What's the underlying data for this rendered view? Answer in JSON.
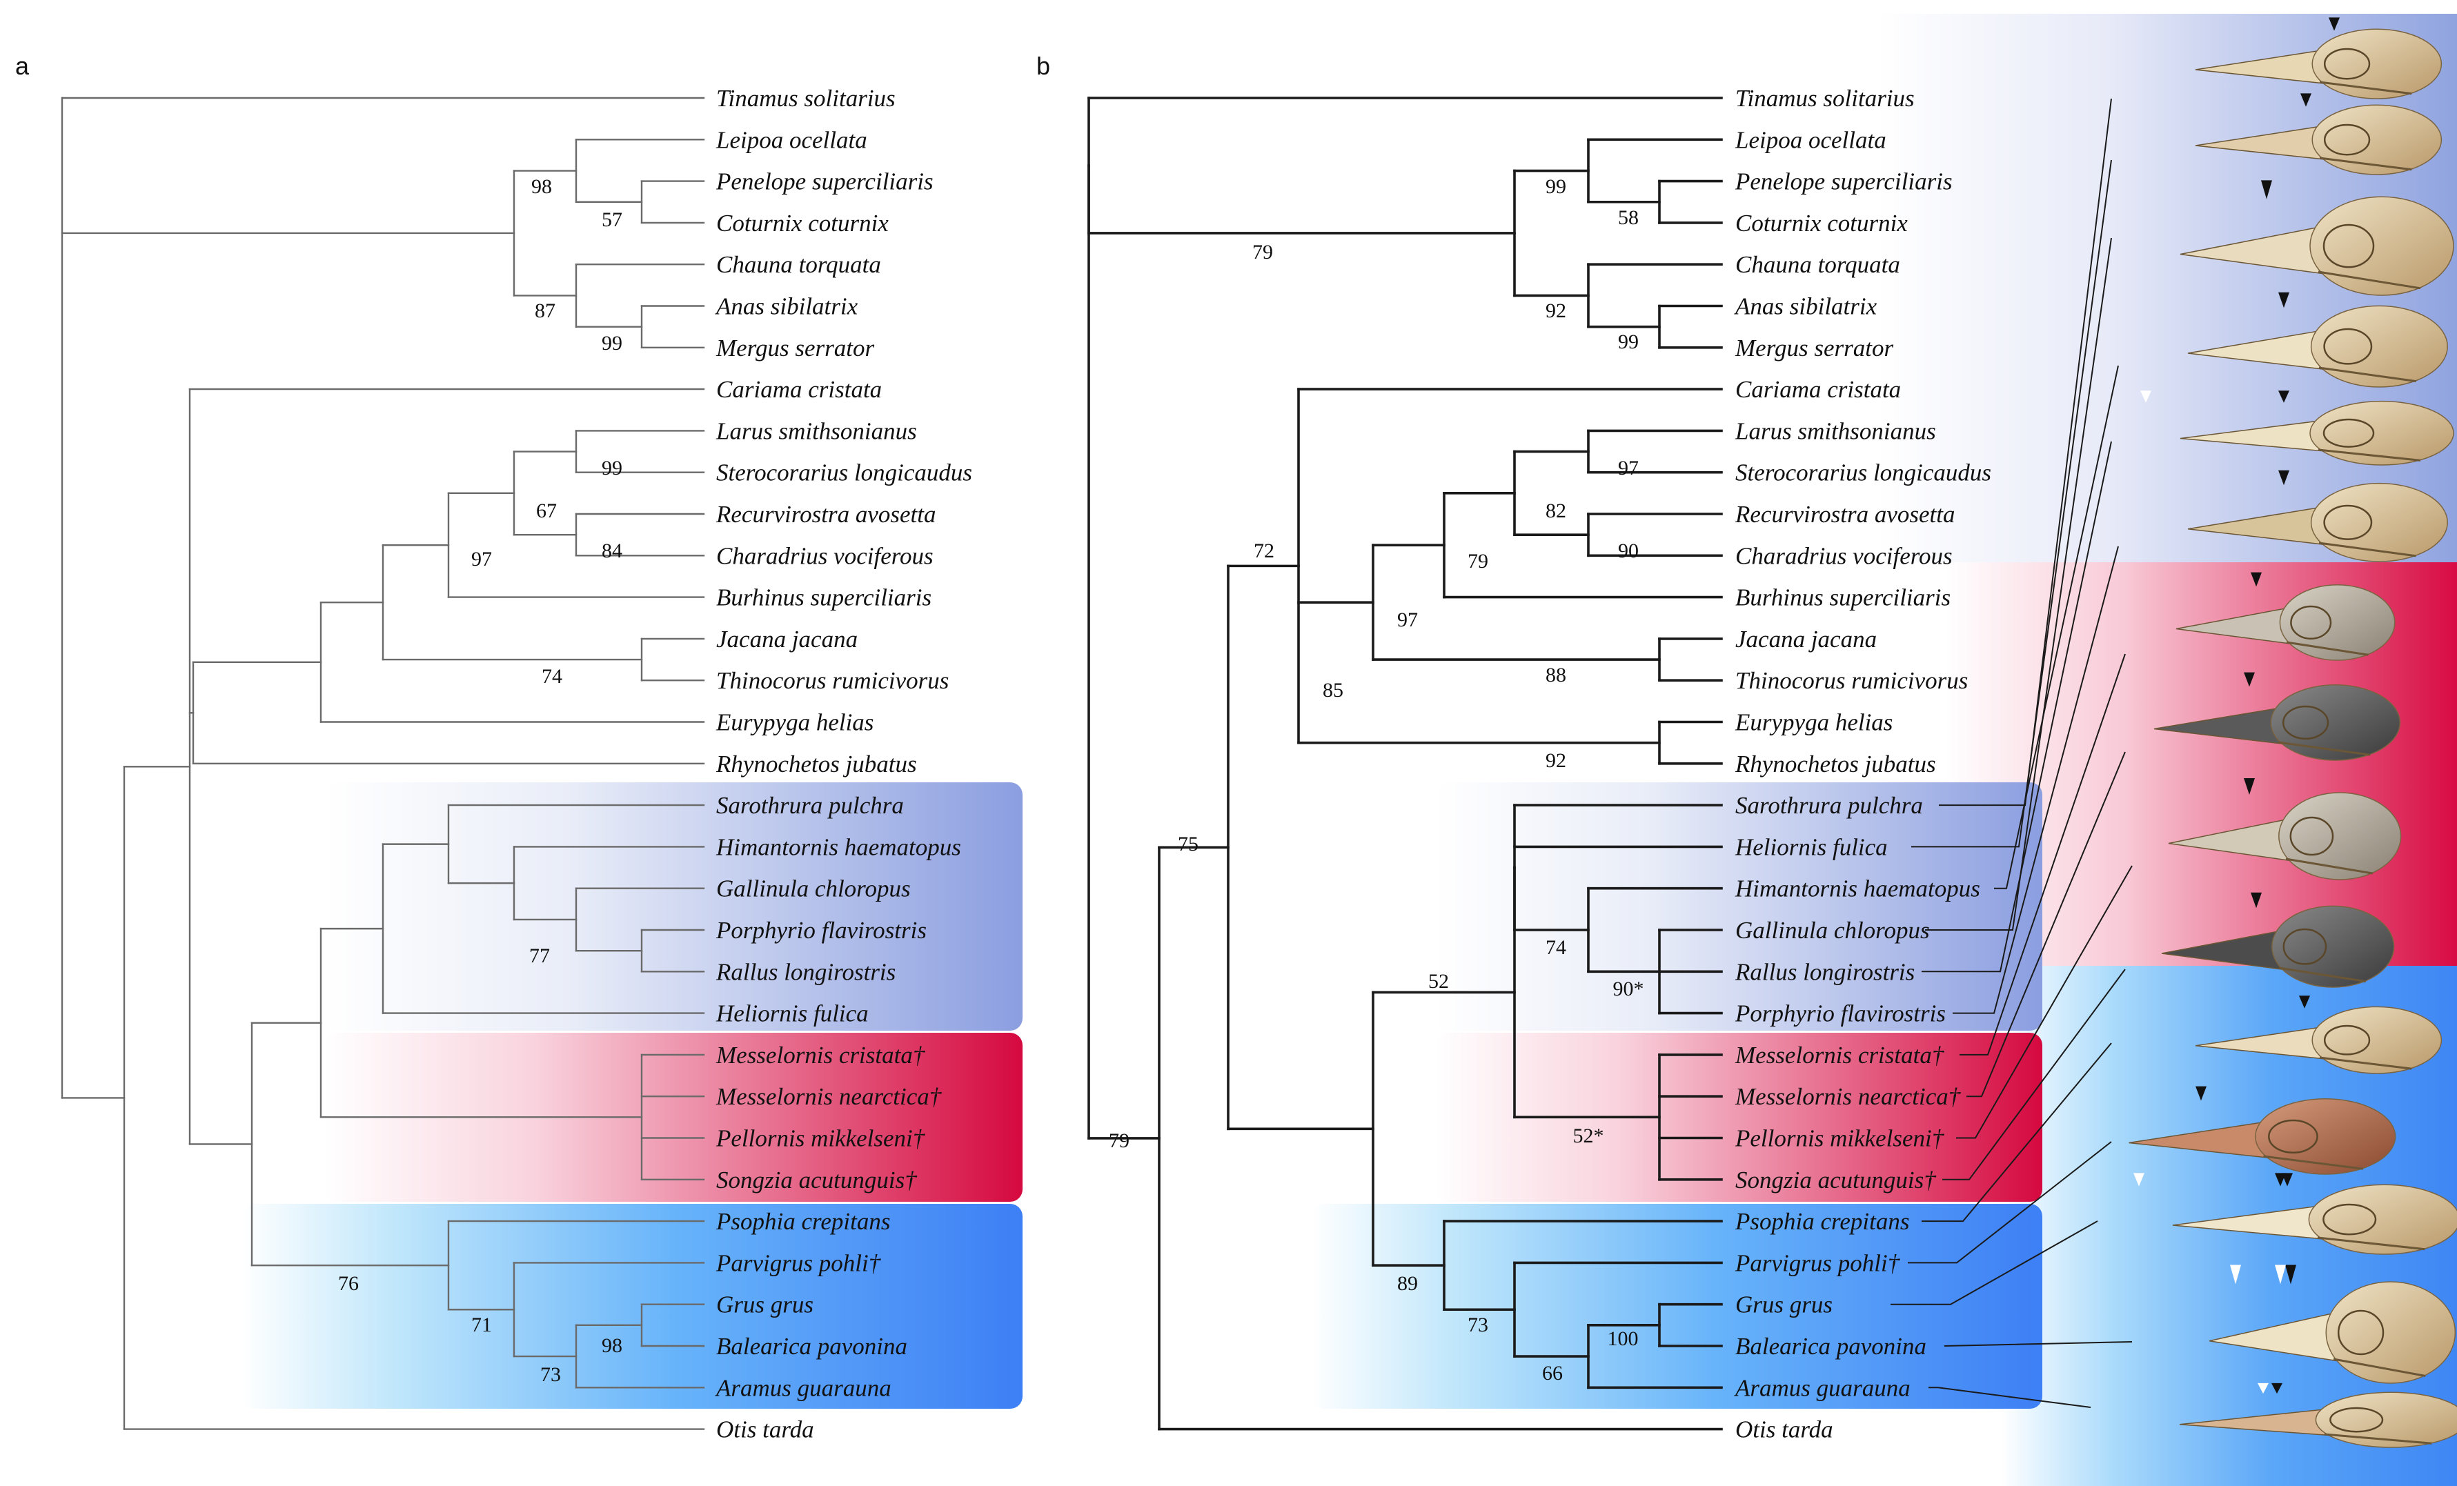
{
  "panels": {
    "a": {
      "label": "a",
      "taxa": [
        "Tinamus solitarius",
        "Leipoa ocellata",
        "Penelope superciliaris",
        "Coturnix coturnix",
        "Chauna torquata",
        "Anas sibilatrix",
        "Mergus serrator",
        "Cariama cristata",
        "Larus smithsonianus",
        "Sterocorarius longicaudus",
        "Recurvirostra avosetta",
        "Charadrius vociferous",
        "Burhinus superciliaris",
        "Jacana jacana",
        "Thinocorus rumicivorus",
        "Eurypyga helias",
        "Rhynochetos jubatus",
        "Sarothrura pulchra",
        "Himantornis haematopus",
        "Gallinula chloropus",
        "Porphyrio flavirostris",
        "Rallus longirostris",
        "Heliornis fulica",
        "Messelornis cristata†",
        "Messelornis nearctica†",
        "Pellornis mikkelseni†",
        "Songzia acutunguis†",
        "Psophia crepitans",
        "Parvigrus pohli†",
        "Grus grus",
        "Balearica pavonina",
        "Aramus guarauna",
        "Otis tarda"
      ],
      "support": [
        "98",
        "57",
        "87",
        "99",
        "99",
        "67",
        "84",
        "97",
        "74",
        "77",
        "76",
        "71",
        "98",
        "73"
      ]
    },
    "b": {
      "label": "b",
      "taxa": [
        "Tinamus solitarius",
        "Leipoa ocellata",
        "Penelope superciliaris",
        "Coturnix coturnix",
        "Chauna torquata",
        "Anas sibilatrix",
        "Mergus serrator",
        "Cariama cristata",
        "Larus smithsonianus",
        "Sterocorarius longicaudus",
        "Recurvirostra avosetta",
        "Charadrius vociferous",
        "Burhinus superciliaris",
        "Jacana jacana",
        "Thinocorus rumicivorus",
        "Eurypyga helias",
        "Rhynochetos jubatus",
        "Sarothrura pulchra",
        "Heliornis fulica",
        "Himantornis haematopus",
        "Gallinula chloropus",
        "Rallus longirostris",
        "Porphyrio flavirostris",
        "Messelornis cristata†",
        "Messelornis nearctica†",
        "Pellornis mikkelseni†",
        "Songzia acutunguis†",
        "Psophia crepitans",
        "Parvigrus pohli†",
        "Grus grus",
        "Balearica pavonina",
        "Aramus guarauna",
        "Otis tarda"
      ],
      "support": [
        "79",
        "99",
        "58",
        "92",
        "99",
        "72",
        "97",
        "82",
        "90",
        "79",
        "97",
        "88",
        "85",
        "92",
        "75",
        "74",
        "90*",
        "52",
        "52*",
        "89",
        "73",
        "100",
        "66",
        "79"
      ]
    }
  },
  "colors": {
    "ralloid_blue": "#8b9ee0",
    "fossil_red": "#d5093f",
    "gruoid_blue": "#3d7ff5",
    "upper_panel_blue": "#8fa3df",
    "middle_panel_red": "#d80b43",
    "lower_panel_blue": "#3e86f4"
  },
  "skull_icons": [
    "bird-skull-icon",
    "fossil-skull-icon"
  ]
}
